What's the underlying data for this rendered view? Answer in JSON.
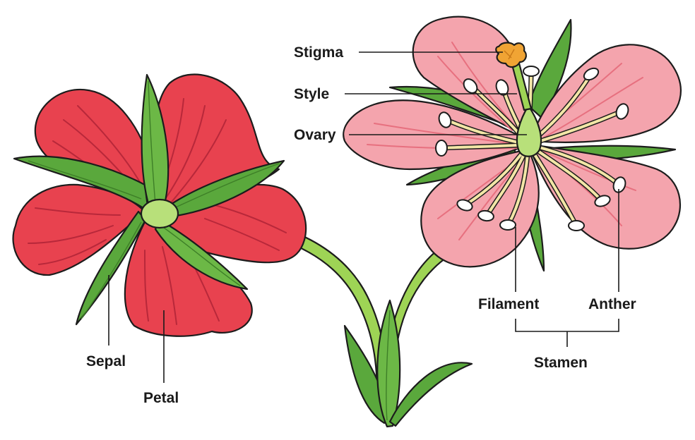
{
  "labels": {
    "stigma": "Stigma",
    "style": "Style",
    "ovary": "Ovary",
    "filament": "Filament",
    "anther": "Anther",
    "stamen": "Stamen",
    "sepal": "Sepal",
    "petal": "Petal"
  },
  "colors": {
    "back_petal": "#e8424f",
    "back_petal_dark": "#c2283a",
    "front_petal": "#f4a4ad",
    "front_petal_dark": "#e7707f",
    "sepal": "#5aa83c",
    "sepal_light": "#8fd064",
    "stem": "#9ed455",
    "filament": "#f2e6a6",
    "stigma": "#f0a434"
  }
}
